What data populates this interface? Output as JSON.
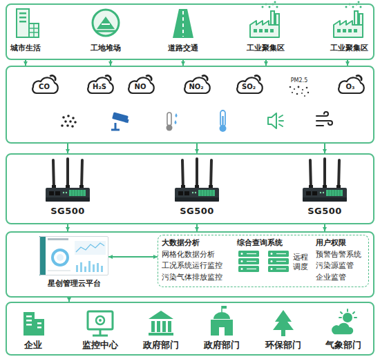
{
  "diagram": {
    "nodes": [
      {
        "text": [
          "城市生活",
          "工地堆场",
          "道路交通",
          "工业聚集区",
          "工业聚集区"
        ]
      },
      {
        "text": [
          "CO",
          "H₂S",
          "NO",
          "NO₂",
          "SO₂",
          "PM2.5",
          "O₃"
        ]
      },
      {
        "text": [
          "SG500",
          "SG500",
          "SG500"
        ]
      },
      {},
      {
        "text": [
          "星创管理云平台"
        ],
        "in": 3
      },
      {
        "text": [
          "大数据分析",
          "综合查询系统",
          "用户权限",
          "网格化数据分析",
          "工况系统运行监控",
          "污染气体排放监控",
          "远程 调度",
          "预警告警系统",
          "污染源监管",
          "企业监管"
        ],
        "in": 3
      },
      {
        "text": [
          "企业",
          "监控中心",
          "政府部门",
          "政府部门",
          "环保部门",
          "气象部门"
        ]
      }
    ],
    "edges": [
      {
        "from": 0,
        "to": 1,
        "arrow": "to"
      },
      {
        "from": 0,
        "to": 1,
        "arrow": "to"
      },
      {
        "from": 0,
        "to": 1,
        "arrow": "to"
      },
      {
        "from": 0,
        "to": 1,
        "arrow": "to"
      },
      {
        "from": 0,
        "to": 1,
        "arrow": "to"
      },
      {
        "from": 1,
        "to": 2,
        "arrow": "to"
      },
      {
        "from": 1,
        "to": 2,
        "arrow": "to"
      },
      {
        "from": 1,
        "to": 2,
        "arrow": "to"
      },
      {
        "from": 2,
        "to": 3,
        "arrow": "to"
      },
      {
        "from": 2,
        "to": 3,
        "arrow": "to"
      },
      {
        "from": 2,
        "to": 3,
        "arrow": "to"
      },
      {
        "from": 4,
        "to": 5,
        "arrow": "both"
      },
      {
        "from": 3,
        "to": 6,
        "arrow": "to"
      }
    ]
  }
}
